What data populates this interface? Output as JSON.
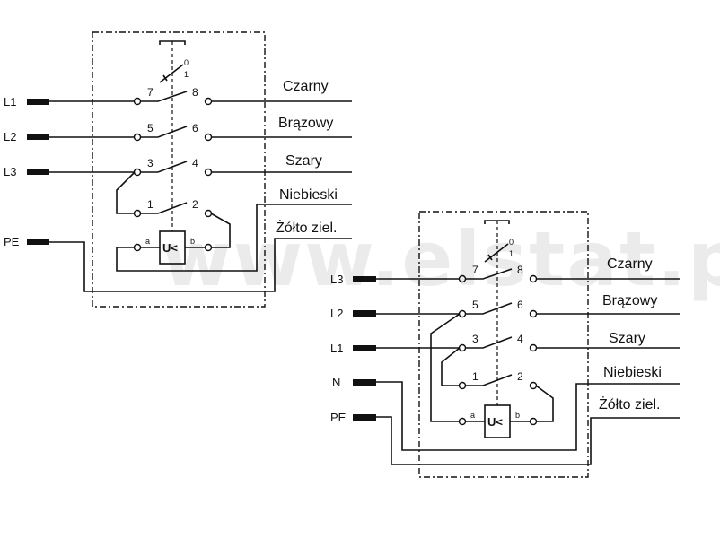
{
  "watermark": "www.elstat.pl",
  "diagram1": {
    "inputs": [
      "L1",
      "L2",
      "L3",
      "PE"
    ],
    "outputs": [
      "Czarny",
      "Brązowy",
      "Szary",
      "Niebieski",
      "Żółto ziel."
    ],
    "contacts": [
      "7",
      "8",
      "5",
      "6",
      "3",
      "4",
      "1",
      "2"
    ],
    "relay_terminals": [
      "a",
      "b"
    ],
    "relay_label": "U<",
    "switch_positions": [
      "0",
      "1"
    ]
  },
  "diagram2": {
    "inputs": [
      "L3",
      "L2",
      "L1",
      "N",
      "PE"
    ],
    "outputs": [
      "Czarny",
      "Brązowy",
      "Szary",
      "Niebieski",
      "Żółto ziel."
    ],
    "contacts": [
      "7",
      "8",
      "5",
      "6",
      "3",
      "4",
      "1",
      "2"
    ],
    "relay_terminals": [
      "a",
      "b"
    ],
    "relay_label": "U<",
    "switch_positions": [
      "0",
      "1"
    ]
  }
}
